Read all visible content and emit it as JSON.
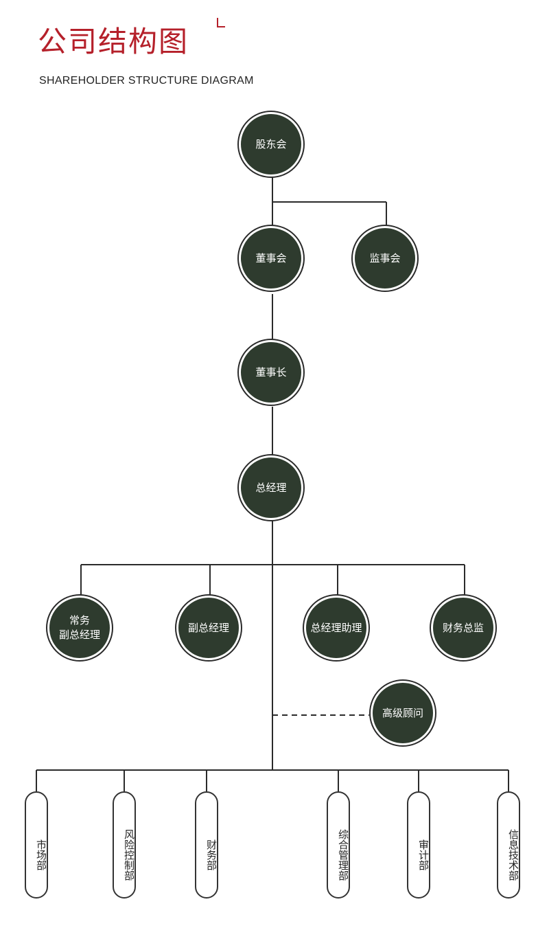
{
  "header": {
    "title": "公司结构图",
    "subtitle": "SHAREHOLDER STRUCTURE DIAGRAM"
  },
  "nodes": {
    "shareholders": "股东会",
    "board": "董事会",
    "supervisors": "监事会",
    "chairman": "董事长",
    "gm": "总经理",
    "exec_vp": "常务\n副总经理",
    "vp": "副总经理",
    "gm_assistant": "总经理助理",
    "cfo": "财务总监",
    "advisor": "高级顾问"
  },
  "departments": [
    "市场部",
    "风险控制部",
    "财务部",
    "综合管理部",
    "审计部",
    "信息技术部"
  ],
  "colors": {
    "accent": "#b5202a",
    "node_fill": "#2e3b2e",
    "line": "#2a2a2a"
  }
}
